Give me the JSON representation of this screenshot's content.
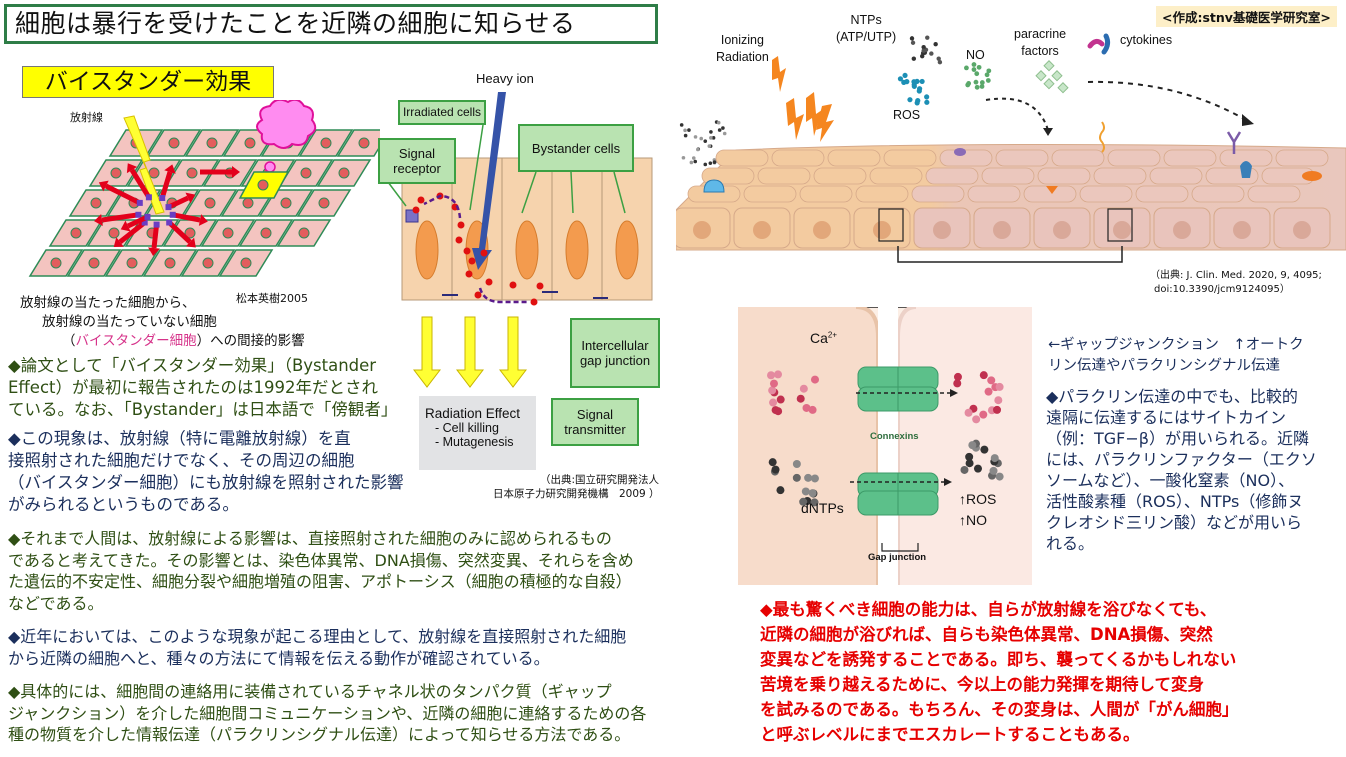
{
  "title": "細胞は暴行を受けたことを近隣の細胞に知らせる",
  "credit": "<作成:stnv基礎医学研究室>",
  "left_figure": {
    "badge": "バイスタンダー効果",
    "radiation_label": "放射線",
    "author": "松本英樹2005",
    "caption_line1": "放射線の当たった細胞から、",
    "caption_line2": "放射線の当たっていない細胞",
    "caption_line3_open": "（",
    "caption_line3_highlight": "バイスタンダー細胞",
    "caption_line3_close": "）への間接的影響"
  },
  "middle_figure": {
    "heavy_ion": "Heavy ion",
    "irradiated_cells": "Irradiated cells",
    "signal_receptor": "Signal receptor",
    "bystander_cells": "Bystander cells",
    "gap_junction": "Intercellular gap junction",
    "signal_transmitter": "Signal transmitter",
    "effect_title": "Radiation Effect",
    "effect_items": [
      "- Cell killing",
      "- Mutagenesis"
    ],
    "source_line1": "（出典:国立研究開発法人",
    "source_line2": "日本原子力研究開発機構　2009 ）"
  },
  "right_figure": {
    "ionizing": "Ionizing",
    "radiation": "Radiation",
    "ntps": "NTPs",
    "atp_utp": "(ATP/UTP)",
    "ros": "ROS",
    "no": "NO",
    "paracrine": "paracrine",
    "factors": "factors",
    "cytokines": "cytokines",
    "source_line1": "（出典: J. Clin. Med. 2020, 9, 4095;",
    "source_line2": "doi:10.3390/jcm9124095）",
    "inset": {
      "ca": "Ca",
      "ca_sup": "2+",
      "connexins": "Connexins",
      "dntps": "dNTPs",
      "ros_up": "↑ROS",
      "no_up": "↑NO",
      "gap_junction": "Gap junction"
    }
  },
  "paragraphs_left": [
    {
      "color": "green",
      "lines": [
        "◆論文として「バイスタンダー効果」（Bystander",
        " Effect）が最初に報告されたのは1992年だとされ",
        "ている。なお、「Bystander」は日本語で「傍観者」"
      ]
    },
    {
      "color": "navy",
      "lines": [
        "◆この現象は、放射線（特に電離放射線）を直",
        "接照射された細胞だけでなく、その周辺の細胞",
        "（バイスタンダー細胞）にも放射線を照射された影響",
        "がみられるというものである。"
      ]
    },
    {
      "color": "green",
      "lines": [
        "◆それまで人間は、放射線による影響は、直接照射された細胞のみに認められるもの",
        "であると考えてきた。その影響とは、染色体異常、DNA損傷、突然変異、それらを含め",
        "た遺伝的不安定性、細胞分裂や細胞増殖の阻害、アポトーシス（細胞の積極的な自殺）",
        "などである。"
      ]
    },
    {
      "color": "navy",
      "lines": [
        "◆近年においては、このような現象が起こる理由として、放射線を直接照射された細胞",
        "から近隣の細胞へと、種々の方法にて情報を伝える動作が確認されている。"
      ]
    },
    {
      "color": "green",
      "lines": [
        "◆具体的には、細胞間の連絡用に装備されているチャネル状のタンパク質（ギャップ",
        "ジャンクション）を介した細胞間コミュニケーションや、近隣の細胞に連絡するための各",
        "種の物質を介した情報伝達（パラクリンシグナル伝達）によって知らせる方法である。"
      ]
    }
  ],
  "right_notes": {
    "arrow_note_lines": [
      "←ギャップジャンクション　↑オートク",
      "リン伝達やパラクリンシグナル伝達"
    ],
    "paracrine_lines": [
      "◆パラクリン伝達の中でも、比較的",
      "遠隔に伝達するにはサイトカイン",
      "（例：TGF−β）が用いられる。近隣",
      "には、パラクリンファクター（エクソ",
      "ソームなど）、一酸化窒素（NO）、",
      "活性酸素種（ROS）、NTPs（修飾ヌ",
      "クレオシド三リン酸）などが用いら",
      "れる。"
    ],
    "red_lines": [
      "◆最も驚くべき細胞の能力は、自らが放射線を浴びなくても、",
      "近隣の細胞が浴びれば、自らも染色体異常、DNA損傷、突然",
      "変異などを誘発することである。即ち、襲ってくるかもしれない",
      "苦境を乗り越えるために、今以上の能力発揮を期待して変身",
      "を試みるのである。もちろん、その変身は、人間が「がん細胞」",
      "と呼ぶレベルにまでエスカレートすることもある。"
    ]
  },
  "colors": {
    "green_text": "#2f4f14",
    "navy_text": "#1b2f5c",
    "red_text": "#e60000",
    "title_border": "#2e7d47",
    "badge_yellow": "#ffff00"
  }
}
